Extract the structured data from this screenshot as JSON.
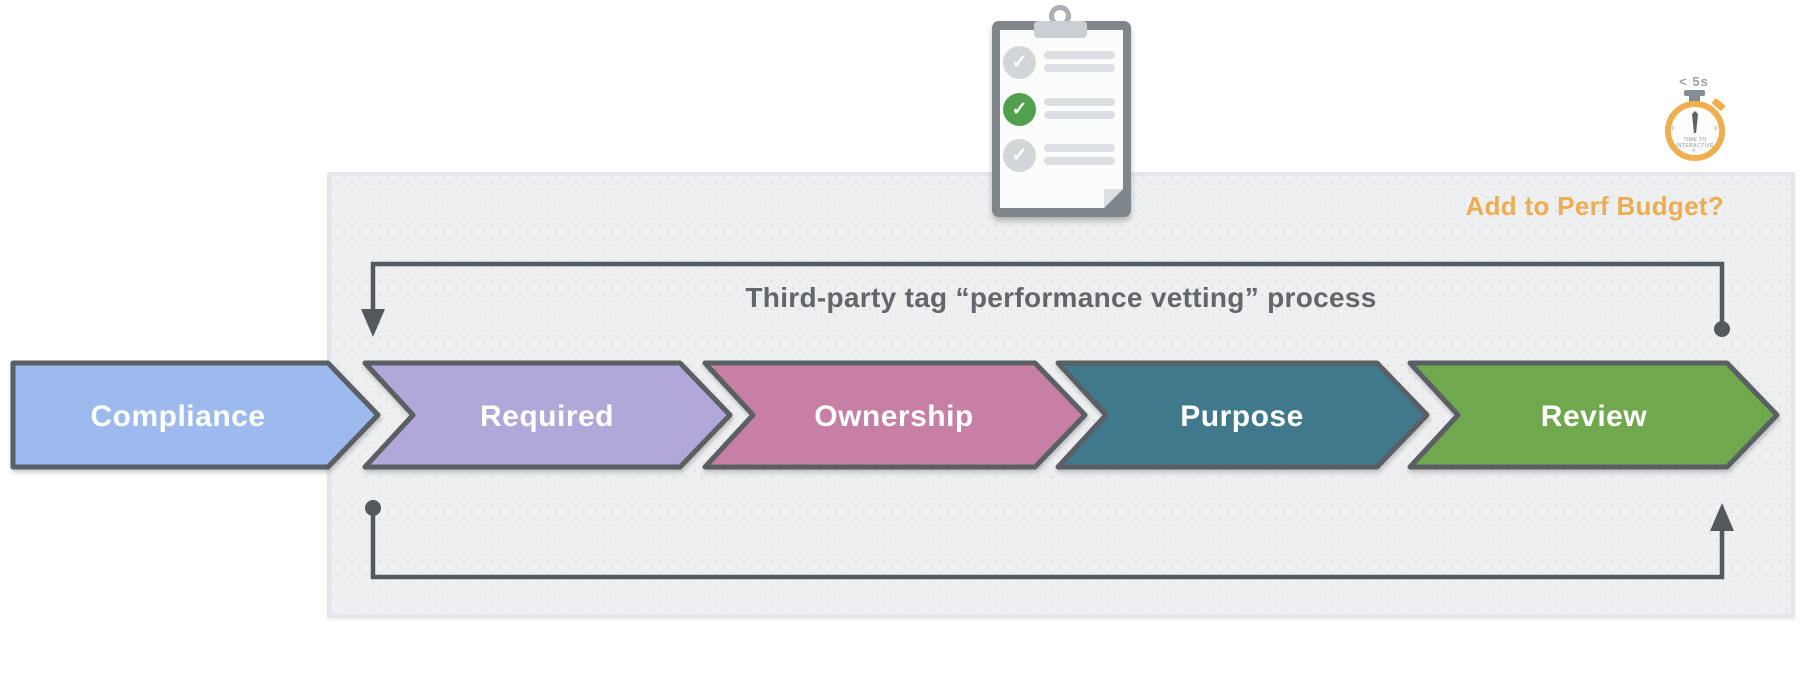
{
  "title": "Third-party tag “performance vetting” process",
  "perf_budget": {
    "label": "Add to Perf Budget?"
  },
  "stopwatch": {
    "badge": "< 5s",
    "face_line1": "TIME TO",
    "face_line2": "INTERACTIVE",
    "tick_glyph": "+"
  },
  "checklist": {
    "check_glyph": "✓",
    "items": [
      {
        "status": "checked"
      },
      {
        "status": "checked-highlight"
      },
      {
        "status": "checked"
      }
    ]
  },
  "stages": [
    {
      "label": "Compliance",
      "fill": "#9DBAEF"
    },
    {
      "label": "Required",
      "fill": "#B1A7D9"
    },
    {
      "label": "Ownership",
      "fill": "#C77FA6"
    },
    {
      "label": "Purpose",
      "fill": "#40798B"
    },
    {
      "label": "Review",
      "fill": "#70A84D"
    }
  ],
  "colors": {
    "connector_line": "#54595E",
    "chevron_border": "#5A5F64",
    "stage_label_text": "#FFFFFF",
    "title_text": "#63676B",
    "accent_orange": "#EFAD52",
    "panel_bg": "#EDEFF1",
    "panel_border": "#E4E6E9",
    "check_gray": "#D3D6D9",
    "check_green": "#52A04E",
    "stopwatch_ring": "#F0AF4F"
  }
}
